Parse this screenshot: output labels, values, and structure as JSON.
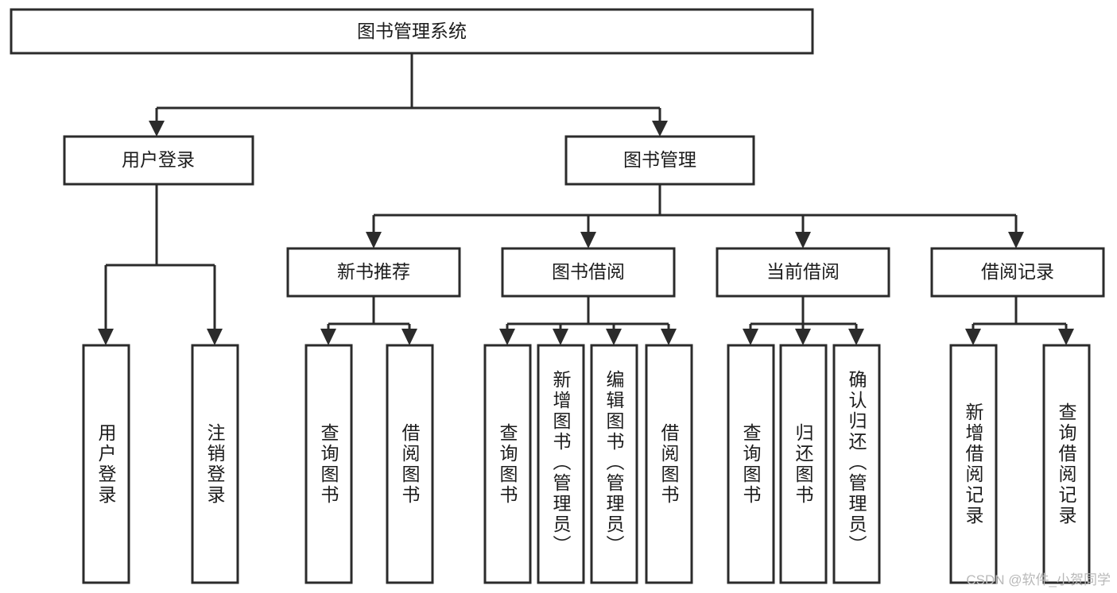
{
  "diagram": {
    "type": "tree-hierarchy",
    "title": "图书管理系统",
    "orientation": "top-down",
    "colors": {
      "box_stroke": "#2b2b2b",
      "box_fill": "#ffffff",
      "connector": "#2b2b2b",
      "text": "#1c1c1c",
      "background": "#ffffff",
      "watermark": "#b9b9b9"
    },
    "levels": {
      "root": "图书管理系统",
      "level2": [
        "用户登录",
        "图书管理"
      ],
      "level3": [
        "新书推荐",
        "图书借阅",
        "当前借阅",
        "借阅记录"
      ]
    },
    "nodes": {
      "root": {
        "label": "图书管理系统"
      },
      "user_login": {
        "label": "用户登录"
      },
      "book_manage": {
        "label": "图书管理"
      },
      "new_book_rec": {
        "label": "新书推荐"
      },
      "book_borrow": {
        "label": "图书借阅"
      },
      "current_borrow": {
        "label": "当前借阅"
      },
      "borrow_record": {
        "label": "借阅记录"
      }
    },
    "leaves": {
      "user_login": [
        {
          "label": "用户登录"
        },
        {
          "label": "注销登录"
        }
      ],
      "new_book_rec": [
        {
          "label": "查询图书"
        },
        {
          "label": "借阅图书"
        }
      ],
      "book_borrow": [
        {
          "label": "查询图书"
        },
        {
          "label": "新增图书（管理员）"
        },
        {
          "label": "编辑图书（管理员）"
        },
        {
          "label": "借阅图书"
        }
      ],
      "current_borrow": [
        {
          "label": "查询图书"
        },
        {
          "label": "归还图书"
        },
        {
          "label": "确认归还（管理员）"
        }
      ],
      "borrow_record": [
        {
          "label": "新增借阅记录"
        },
        {
          "label": "查询借阅记录"
        }
      ]
    },
    "watermark": "CSDN @软件_小贺同学"
  }
}
